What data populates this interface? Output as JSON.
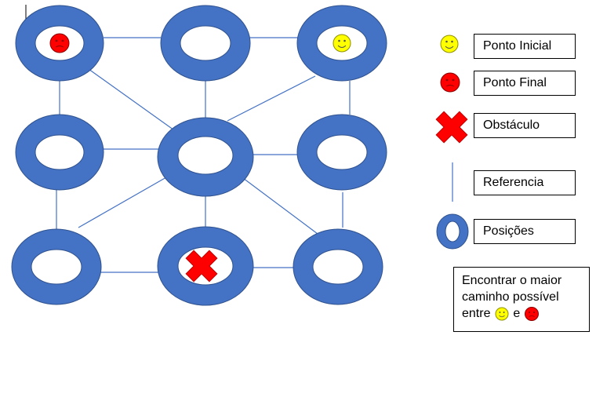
{
  "legend": {
    "start_label": "Ponto Inicial",
    "end_label": "Ponto Final",
    "obstacle_label": "Obstáculo",
    "reference_label": "Referencia",
    "positions_label": "Posições"
  },
  "note": {
    "text_line1": "Encontrar o maior",
    "text_line2": "caminho possível",
    "text_line3_prefix": "entre",
    "text_line3_join": "e"
  },
  "colors": {
    "ring": "#4472C4",
    "ring_stroke": "#2F528F",
    "edge": "#4472C4",
    "start_face": "#FFFF00",
    "end_face": "#FF0000",
    "obstacle": "#FF0000"
  }
}
